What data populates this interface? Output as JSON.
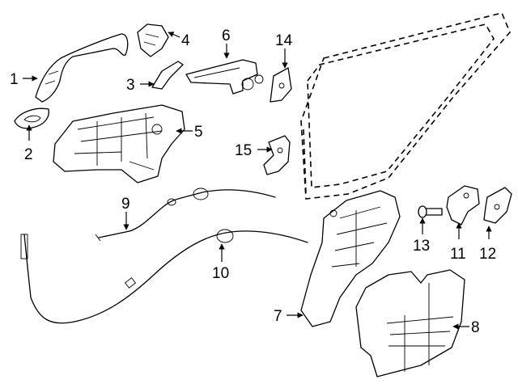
{
  "diagram": {
    "callouts": [
      "1",
      "2",
      "3",
      "4",
      "5",
      "6",
      "7",
      "8",
      "9",
      "10",
      "11",
      "12",
      "13",
      "14",
      "15"
    ],
    "colors": {
      "line": "#000000",
      "background": "#ffffff"
    }
  }
}
